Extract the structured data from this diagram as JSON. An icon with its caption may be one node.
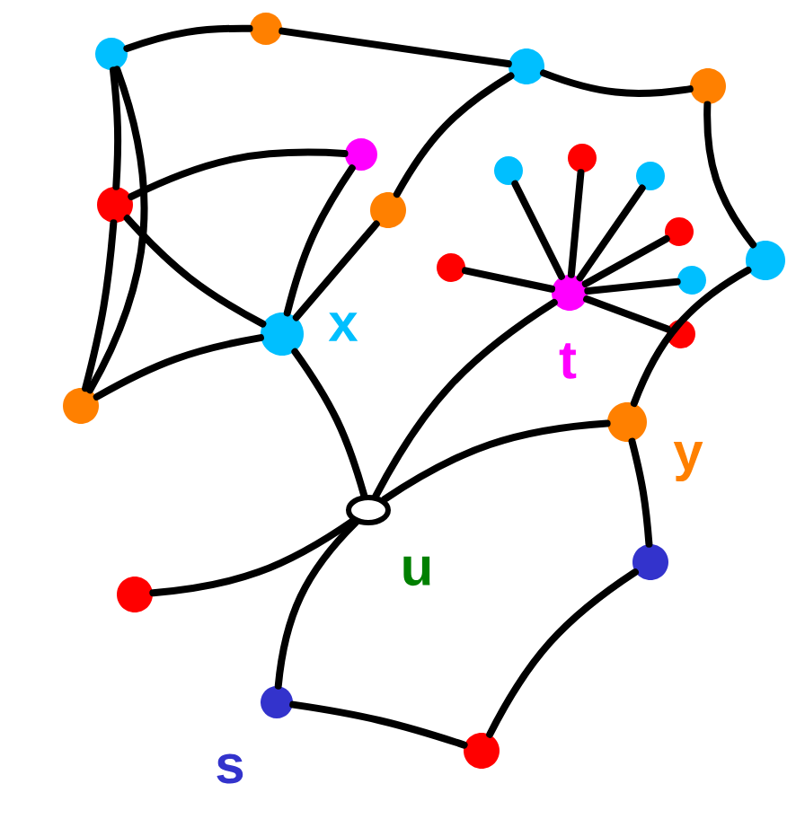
{
  "diagram": {
    "nodes": [
      {
        "text": [],
        "shape": "circle"
      },
      {
        "text": [],
        "shape": "circle"
      },
      {
        "text": [],
        "shape": "circle"
      },
      {
        "text": [],
        "shape": "circle"
      },
      {
        "text": [],
        "shape": "circle"
      },
      {
        "text": [],
        "shape": "circle",
        "beside": [
          "y"
        ]
      },
      {
        "text": [],
        "shape": "circle"
      },
      {
        "text": [],
        "shape": "circle"
      },
      {
        "text": [],
        "shape": "circle"
      },
      {
        "text": [],
        "shape": "circle",
        "beside": [
          "x"
        ]
      },
      {
        "text": [],
        "shape": "circle"
      },
      {
        "text": [],
        "shape": "circle",
        "beside": [
          "t"
        ]
      },
      {
        "text": [],
        "shape": "circle"
      },
      {
        "text": [],
        "shape": "circle"
      },
      {
        "text": [],
        "shape": "circle"
      },
      {
        "text": [],
        "shape": "circle"
      },
      {
        "text": [],
        "shape": "circle"
      },
      {
        "text": [],
        "shape": "circle"
      },
      {
        "text": [],
        "shape": "circle"
      },
      {
        "text": [],
        "shape": "circle",
        "beside": [
          "u"
        ]
      },
      {
        "text": [],
        "shape": "circle"
      },
      {
        "text": [],
        "shape": "circle",
        "beside": [
          "s"
        ]
      },
      {
        "text": [],
        "shape": "circle"
      },
      {
        "text": [],
        "shape": "circle"
      }
    ],
    "edges": [
      {
        "from": 0,
        "to": 1,
        "arrow": "none"
      },
      {
        "from": 1,
        "to": 2,
        "arrow": "none"
      },
      {
        "from": 2,
        "to": 3,
        "arrow": "none"
      },
      {
        "from": 3,
        "to": 4,
        "arrow": "none"
      },
      {
        "from": 4,
        "to": 5,
        "arrow": "none"
      },
      {
        "from": 0,
        "to": 6,
        "arrow": "none"
      },
      {
        "from": 0,
        "to": 10,
        "arrow": "none"
      },
      {
        "from": 6,
        "to": 7,
        "arrow": "none"
      },
      {
        "from": 6,
        "to": 9,
        "arrow": "none"
      },
      {
        "from": 6,
        "to": 10,
        "arrow": "none"
      },
      {
        "from": 10,
        "to": 9,
        "arrow": "none"
      },
      {
        "from": 7,
        "to": 9,
        "arrow": "none"
      },
      {
        "from": 8,
        "to": 9,
        "arrow": "none"
      },
      {
        "from": 8,
        "to": 2,
        "arrow": "none"
      },
      {
        "from": 11,
        "to": 12,
        "arrow": "none"
      },
      {
        "from": 11,
        "to": 13,
        "arrow": "none"
      },
      {
        "from": 11,
        "to": 14,
        "arrow": "none"
      },
      {
        "from": 11,
        "to": 15,
        "arrow": "none"
      },
      {
        "from": 11,
        "to": 16,
        "arrow": "none"
      },
      {
        "from": 11,
        "to": 17,
        "arrow": "none"
      },
      {
        "from": 11,
        "to": 18,
        "arrow": "none"
      },
      {
        "from": 9,
        "to": 19,
        "arrow": "none"
      },
      {
        "from": 11,
        "to": 19,
        "arrow": "none"
      },
      {
        "from": 5,
        "to": 19,
        "arrow": "none"
      },
      {
        "from": 20,
        "to": 19,
        "arrow": "none"
      },
      {
        "from": 19,
        "to": 21,
        "arrow": "none"
      },
      {
        "from": 21,
        "to": 22,
        "arrow": "none"
      },
      {
        "from": 22,
        "to": 23,
        "arrow": "none"
      },
      {
        "from": 23,
        "to": 5,
        "arrow": "none"
      }
    ]
  }
}
